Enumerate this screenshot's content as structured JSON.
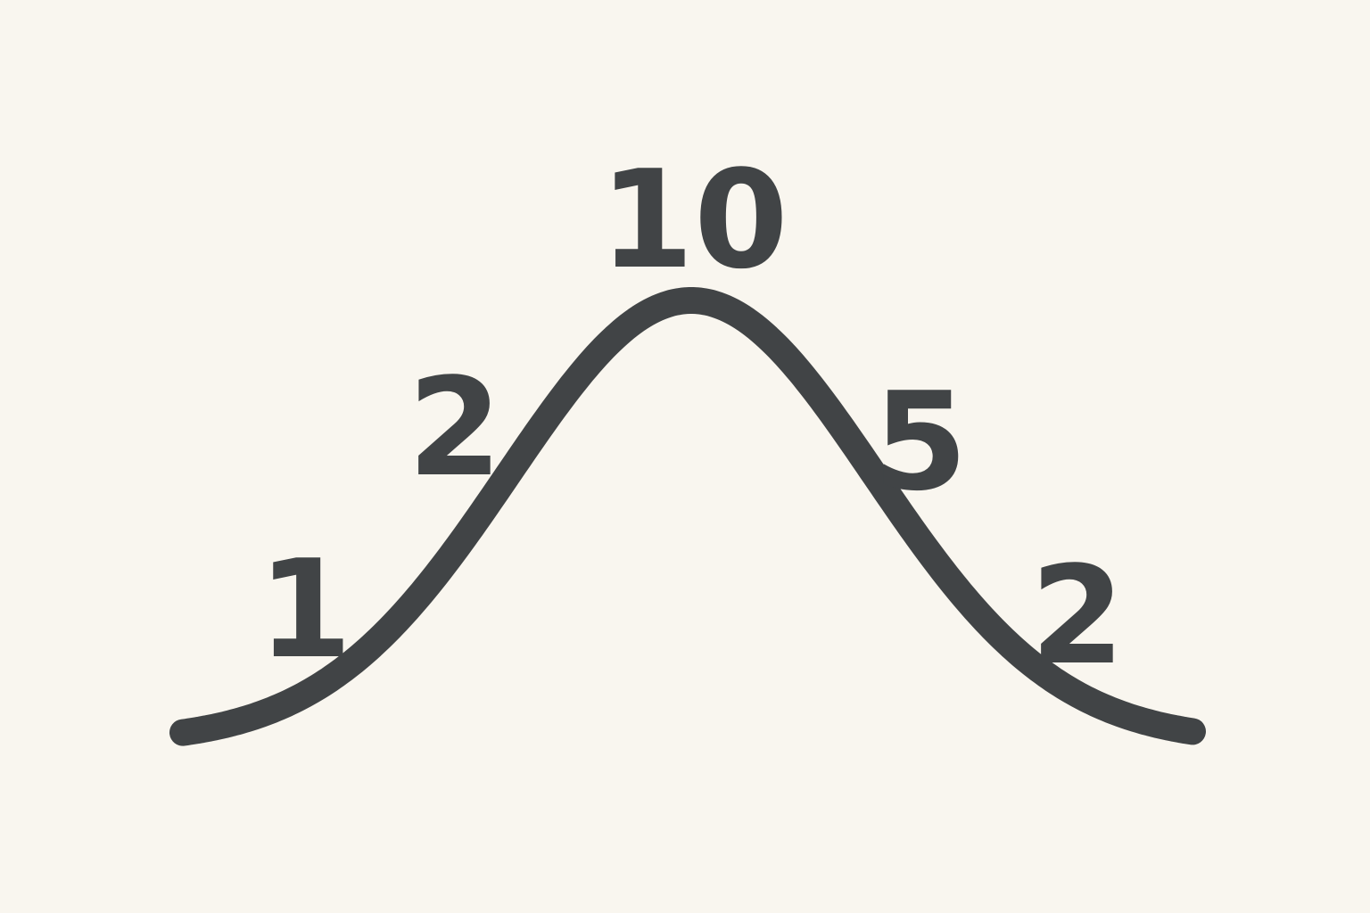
{
  "chart_data": {
    "type": "line",
    "shape": "bell-curve",
    "line_color": "#414446",
    "background_color": "#f9f6ef",
    "labels": [
      "1",
      "2",
      "10",
      "5",
      "2"
    ],
    "values": [
      1,
      2,
      10,
      5,
      2
    ]
  }
}
